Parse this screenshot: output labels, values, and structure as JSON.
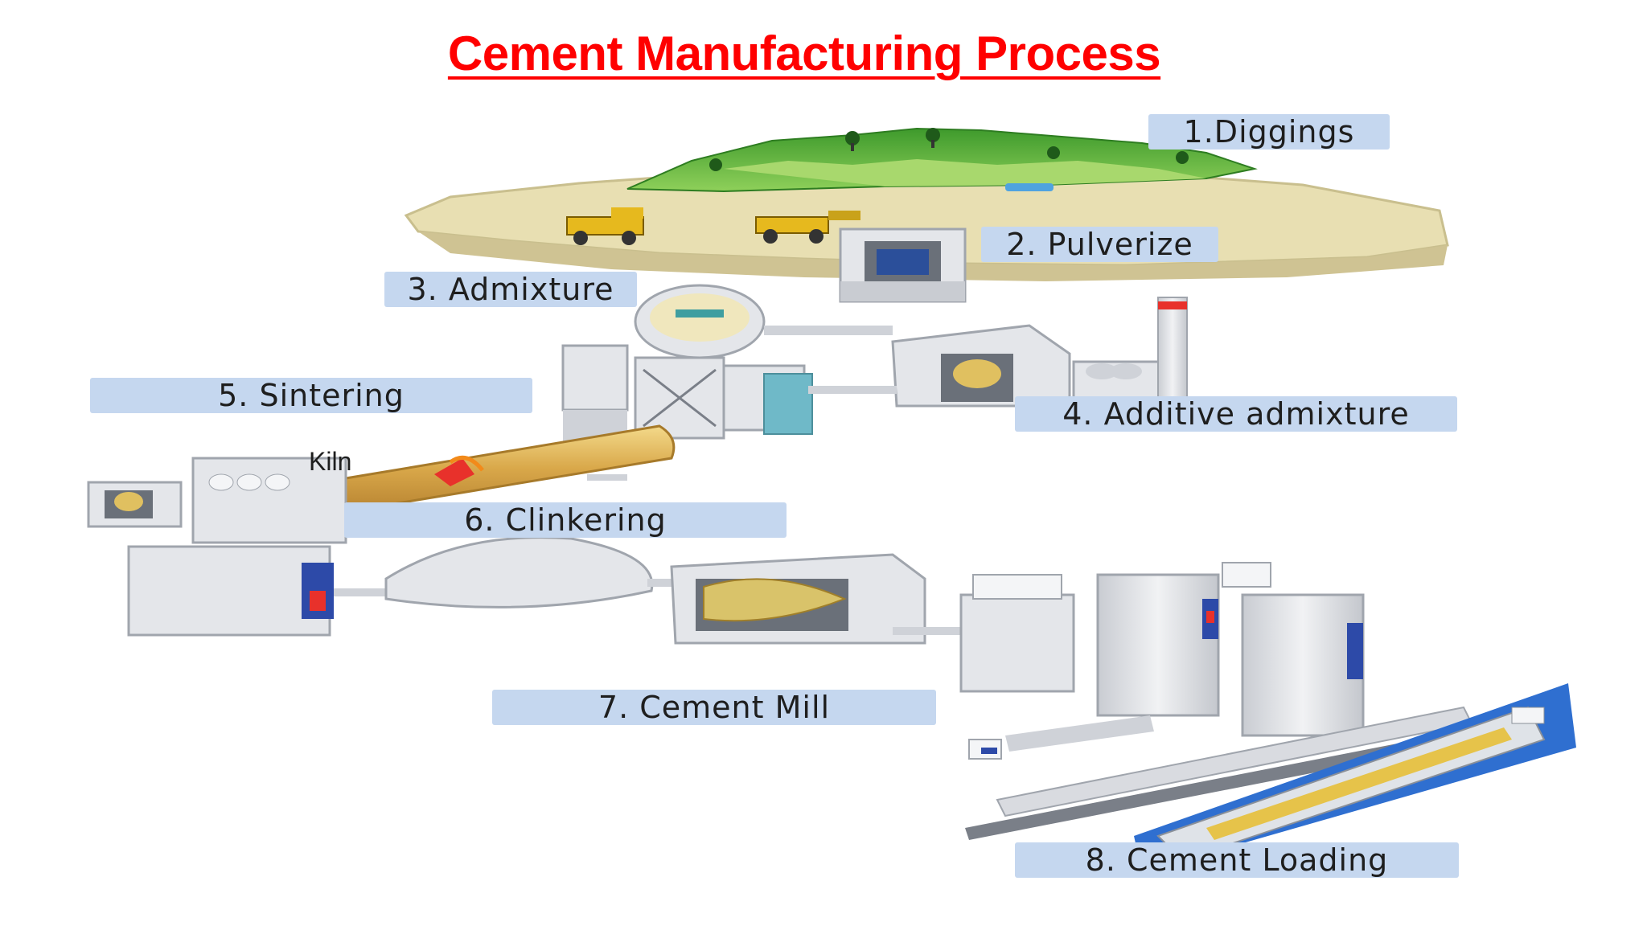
{
  "title": "Cement Manufacturing Process",
  "steps": [
    {
      "label": "1.Diggings"
    },
    {
      "label": "2. Pulverize"
    },
    {
      "label": "3. Admixture"
    },
    {
      "label": "4. Additive admixture"
    },
    {
      "label": "5. Sintering"
    },
    {
      "label": "6. Clinkering"
    },
    {
      "label": "7. Cement Mill"
    },
    {
      "label": "8. Cement Loading"
    }
  ],
  "kiln_label": "Kiln",
  "colors": {
    "title": "#ff0000",
    "label_bg": "#c5d7ef",
    "machinery": "#e4e6ea",
    "hill": "#5fb83a",
    "ground": "#e8dfb2",
    "water": "#2f6fd0",
    "accent_red": "#e8312b",
    "accent_blue": "#2d4aa8"
  }
}
